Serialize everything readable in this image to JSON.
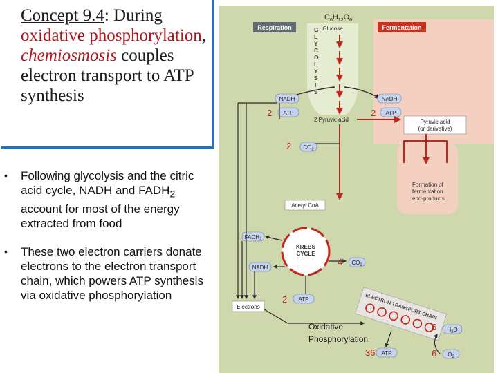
{
  "title": {
    "concept": "Concept 9.4",
    "rest_a": ": During ",
    "word_oxidative": "oxidative",
    "word_ox_phos": "phosphorylation",
    "comma": ",",
    "word_chemiosmosis": "chemiosmosis",
    "rest_b": " couples electron transport to ATP synthesis"
  },
  "bullets": [
    {
      "text": "Following glycolysis and the citric acid cycle, NADH and FADH",
      "sub": "2",
      "tail": " account for most of the energy extracted from food"
    },
    {
      "text": "These two electron carriers donate electrons to the electron transport chain, which powers ATP synthesis via oxidative phosphorylation",
      "sub": "",
      "tail": ""
    }
  ],
  "bullet_marker": "•",
  "diagram": {
    "glucose_formula": {
      "c": "C",
      "c6": "6",
      "h": "H",
      "h12": "12",
      "o": "O",
      "o6": "6"
    },
    "respiration_label": "Respiration",
    "fermentation_label": "Fermentation",
    "glycolysis_letters": [
      "G",
      "L",
      "Y",
      "C",
      "O",
      "L",
      "Y",
      "S",
      "I",
      "S"
    ],
    "glucose_label": "Glucose",
    "nadh_left": "NADH",
    "nadh_right": "NADH",
    "atp_left_count": "2",
    "atp_left": "ATP",
    "atp_right_count": "2",
    "atp_right": "ATP",
    "pyruvic_acid": "2 Pyruvic acid",
    "pyruvic_deriv_1": "Pyruvic acid",
    "pyruvic_deriv_2": "(or derivative)",
    "co2_count": "2",
    "co2_a": "CO",
    "co2_a_sub": "2",
    "ferm_products": [
      "Formation of",
      "fermentation",
      "end-products"
    ],
    "acetyl_coa": "Acetyl CoA",
    "fadh2": "FADH",
    "fadh2_sub": "2",
    "krebs_1": "KREBS",
    "krebs_2": "CYCLE",
    "co2_b_count": "4",
    "co2_b": "CO",
    "co2_b_sub": "2",
    "nadh_krebs": "NADH",
    "atp_krebs_count": "2",
    "atp_krebs": "ATP",
    "electrons": "Electrons",
    "etc_label": "ELECTRON TRANSPORT CHAIN",
    "water_count": "6",
    "water": "H",
    "water_sub": "2",
    "water_o": "O",
    "oxygen_count": "6",
    "oxygen": "O",
    "oxygen_sub": "2",
    "ox_phos_1": "Oxidative",
    "ox_phos_2": "Phosphorylation",
    "atp_final_count": "36",
    "atp_final": "ATP"
  },
  "colors": {
    "panel_bg": "#cfd8ad",
    "fermentation_bg": "#f3d0bf",
    "respiration_tab": "#5f6b70",
    "fermentation_tab": "#c8331e",
    "arrow_red": "#c3271f",
    "pill_blue": "#c6d3ec",
    "count_red": "#c0281e",
    "title_red": "#b0141c",
    "title_border": "#2d6fae"
  }
}
